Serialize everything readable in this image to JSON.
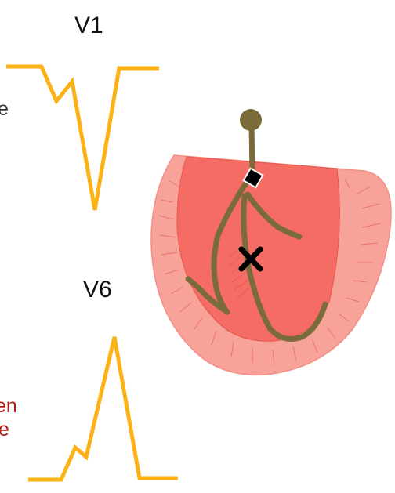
{
  "leads": {
    "v1": "V1",
    "v6": "V6"
  },
  "edge_text": {
    "left_upper": "e",
    "left_lower_line1": "en",
    "left_lower_line2": "e"
  },
  "markers": {
    "square": "square-marker",
    "cross": "cross-marker"
  },
  "colors": {
    "trace": "#fbb216",
    "conduction": "#7a6b3a",
    "heart_outer": "#f7a39a",
    "heart_inner": "#f46c63",
    "edge_text_red": "#b01c16"
  }
}
